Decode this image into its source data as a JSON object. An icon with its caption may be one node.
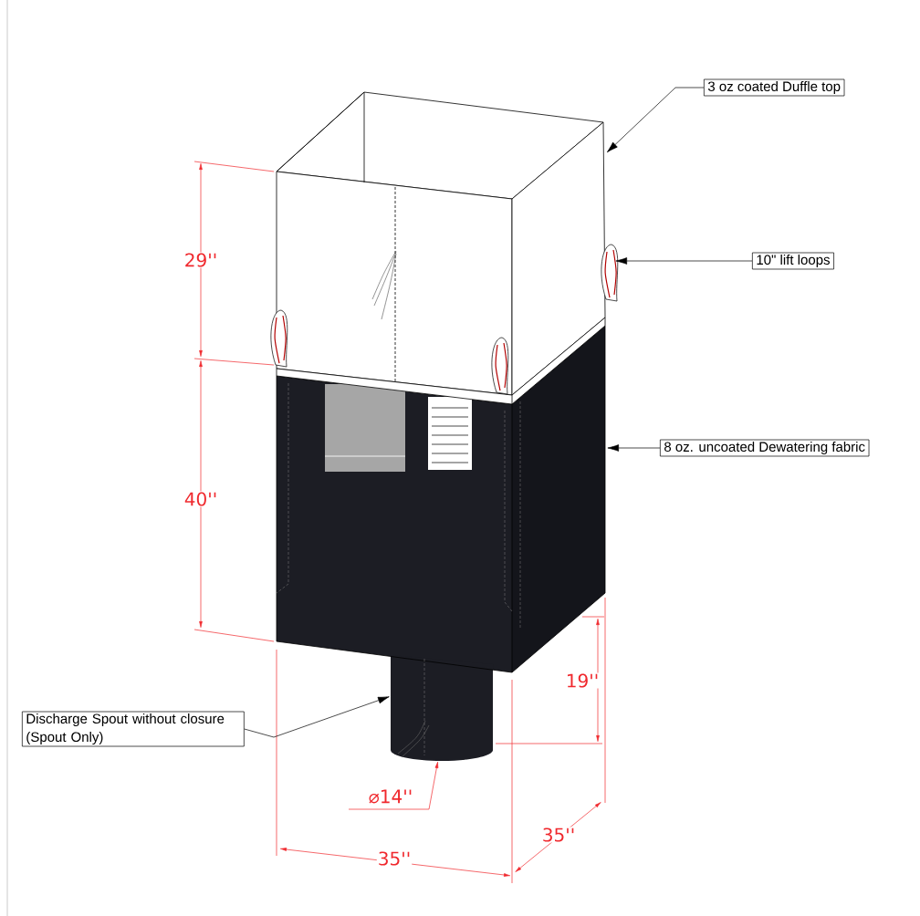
{
  "diagram": {
    "nodes": [
      {
        "text": [
          "3 oz coated Duffle top"
        ]
      },
      {
        "text": [
          "10\" lift loops"
        ]
      },
      {
        "text": [
          "8 oz. uncoated Dewatering fabric"
        ]
      },
      {
        "text": [
          "Discharge Spout without closure (Spout Only)"
        ]
      }
    ],
    "edges": [
      {
        "from": 0,
        "to": null,
        "arrow": "to"
      },
      {
        "from": 1,
        "to": null,
        "arrow": "to"
      },
      {
        "from": 2,
        "to": null,
        "arrow": "to"
      },
      {
        "from": 3,
        "to": null,
        "arrow": "to"
      }
    ],
    "labels": [
      "29''",
      "40''",
      "19''",
      "⌀14''",
      "35''",
      "35''"
    ]
  }
}
